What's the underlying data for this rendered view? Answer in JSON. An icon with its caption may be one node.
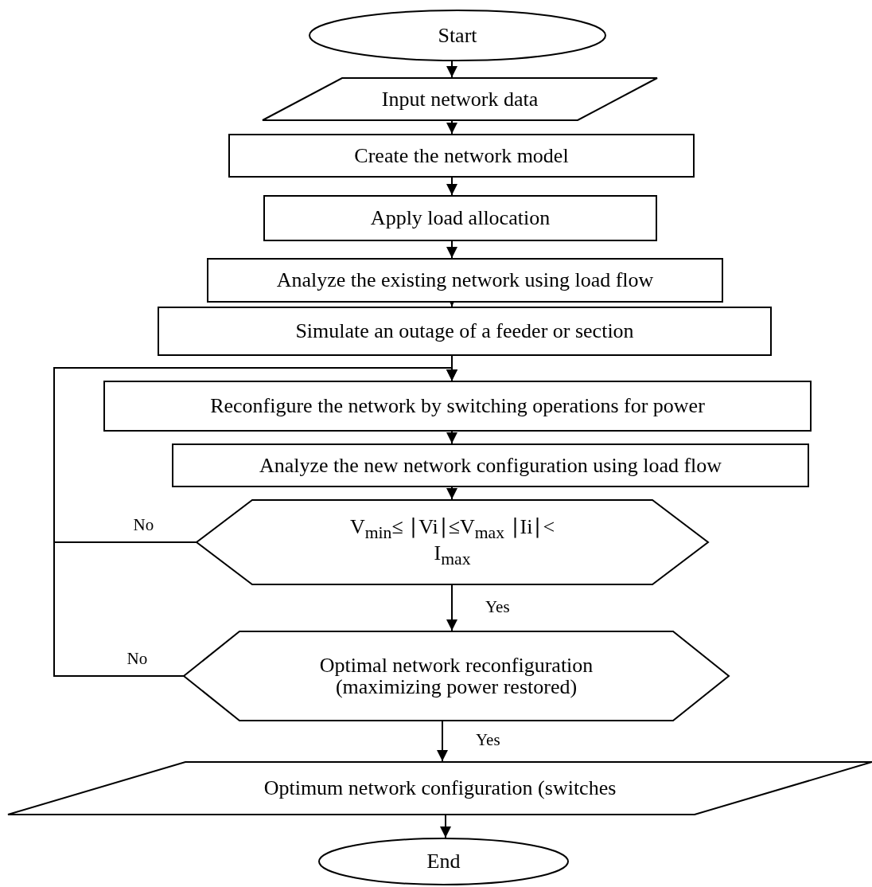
{
  "diagram": {
    "nodes": [
      {
        "text": [
          "Start"
        ]
      },
      {
        "text": [
          "Input network data"
        ]
      },
      {
        "text": [
          "Create the network model"
        ]
      },
      {
        "text": [
          "Apply load allocation"
        ]
      },
      {
        "text": [
          "Analyze the existing network using load flow"
        ]
      },
      {
        "text": [
          "Simulate an outage of a feeder or section"
        ]
      },
      {
        "text": [
          "Reconfigure the network by switching operations for power"
        ]
      },
      {
        "text": [
          "Analyze the new network configuration using load flow"
        ]
      },
      {
        "text": [
          "V$_{min}$≤ ∣Vi∣≤V$_{max}$ ∣Ii∣< I$_{max}$"
        ]
      },
      {
        "text": [
          "Optimal network reconfiguration (maximizing power restored)"
        ]
      },
      {
        "text": [
          "Optimum network configuration (switches"
        ]
      },
      {
        "text": [
          "End"
        ]
      }
    ],
    "edges": [
      {
        "from": 0,
        "to": 1,
        "arrow": "to"
      },
      {
        "from": 1,
        "to": 2,
        "arrow": "to"
      },
      {
        "from": 2,
        "to": 3,
        "arrow": "to"
      },
      {
        "from": 3,
        "to": 4,
        "arrow": "to"
      },
      {
        "from": 4,
        "to": 5,
        "arrow": "to"
      },
      {
        "from": 5,
        "to": 6,
        "arrow": "to"
      },
      {
        "from": 6,
        "to": 7,
        "arrow": "to"
      },
      {
        "from": 7,
        "to": 8,
        "arrow": "to"
      },
      {
        "from": 8,
        "to": 9,
        "arrow": "to",
        "label": "Yes"
      },
      {
        "from": 8,
        "to": 6,
        "arrow": "to",
        "label": "No"
      },
      {
        "from": 9,
        "to": 10,
        "arrow": "to",
        "label": "Yes"
      },
      {
        "from": 9,
        "to": 6,
        "arrow": "to",
        "label": "No"
      },
      {
        "from": 10,
        "to": 11,
        "arrow": "to"
      }
    ]
  }
}
